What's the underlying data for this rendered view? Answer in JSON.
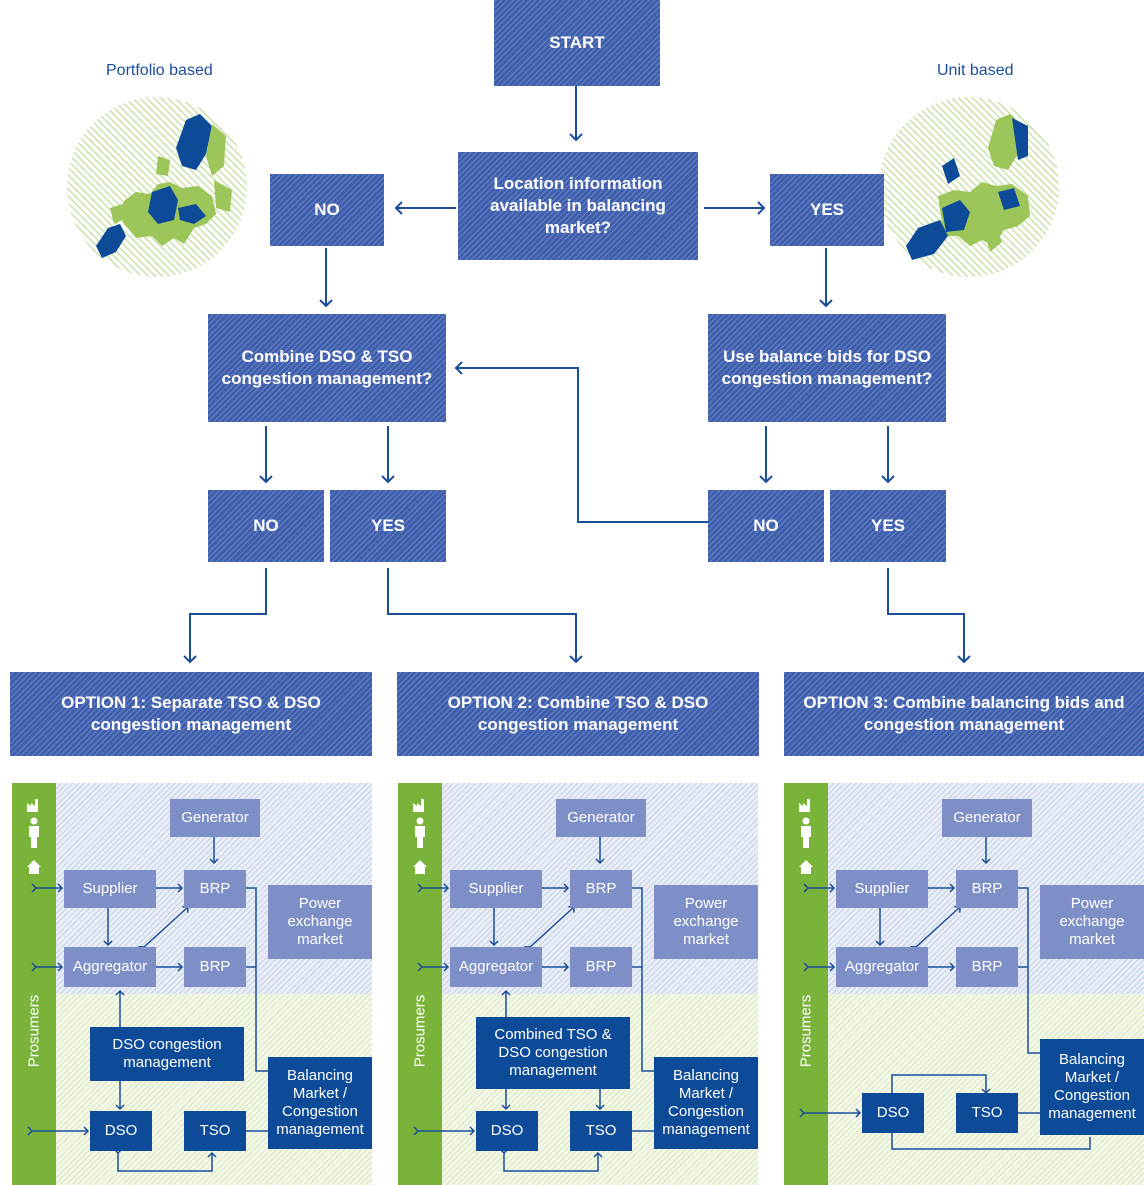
{
  "top_labels": {
    "portfolio": "Portfolio based",
    "unit": "Unit based"
  },
  "flow": {
    "start": "START",
    "question_location": "Location information available in balancing market?",
    "no_1": "NO",
    "yes_1": "YES",
    "question_combine": "Combine DSO & TSO congestion management?",
    "question_use_bids": "Use balance bids for DSO congestion management?",
    "no_2": "NO",
    "yes_2": "YES",
    "no_3": "NO",
    "yes_3": "YES"
  },
  "options": {
    "option1": "OPTION 1: Separate TSO & DSO congestion management",
    "option2": "OPTION 2: Combine TSO & DSO congestion management",
    "option3": "OPTION 3: Combine balancing bids and congestion management"
  },
  "panels": {
    "prosumers": "Prosumers",
    "generator": "Generator",
    "supplier": "Supplier",
    "brp": "BRP",
    "aggregator": "Aggregator",
    "power_exchange": "Power exchange market",
    "dso": "DSO",
    "tso": "TSO",
    "balancing": "Balancing Market / Congestion management",
    "dso_cm": "DSO congestion management",
    "combined_cm": "Combined TSO & DSO congestion management"
  },
  "colors": {
    "flow_box": "#3f5fae",
    "light_box": "#7e8fc8",
    "dark_box": "#0d4a97",
    "prosumer_bar": "#7ab33a",
    "map_green": "#9cc65a",
    "map_blue": "#0d4a97"
  }
}
